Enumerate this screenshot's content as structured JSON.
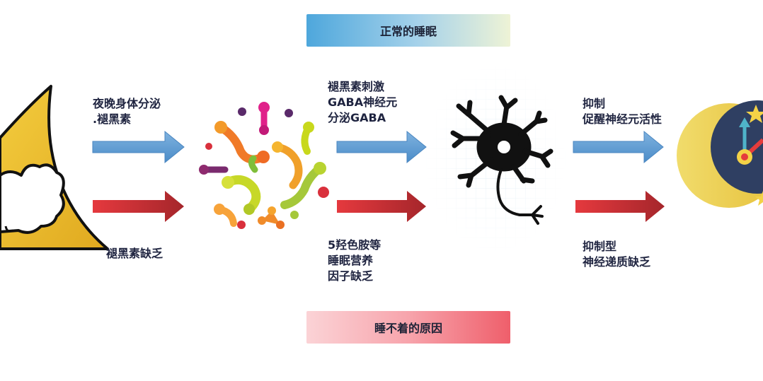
{
  "banners": {
    "top": "正常的睡眠",
    "bottom": "睡不着的原因"
  },
  "labels": {
    "melatonin_secretion": "夜晚身体分泌\n.褪黑素",
    "melatonin_lack": "褪黑素缺乏",
    "gaba_stimulation": "褪黑素刺激\nGABA神经元\n分泌GABA",
    "nutrient_lack": "5羟色胺等\n睡眠营养\n因子缺乏",
    "inhibit_wake": "抑制\n促醒神经元活性",
    "inhibitory_lack": "抑制型\n神经递质缺乏"
  },
  "colors": {
    "arrow_blue": "#5b9bd5",
    "arrow_red": "#d9343a",
    "moon_yellow": "#f2c230",
    "clock_navy": "#2e3e63"
  },
  "icons": [
    "moon-cloud-icon",
    "molecules-icon",
    "neuron-icon",
    "moon-clock-icon"
  ]
}
